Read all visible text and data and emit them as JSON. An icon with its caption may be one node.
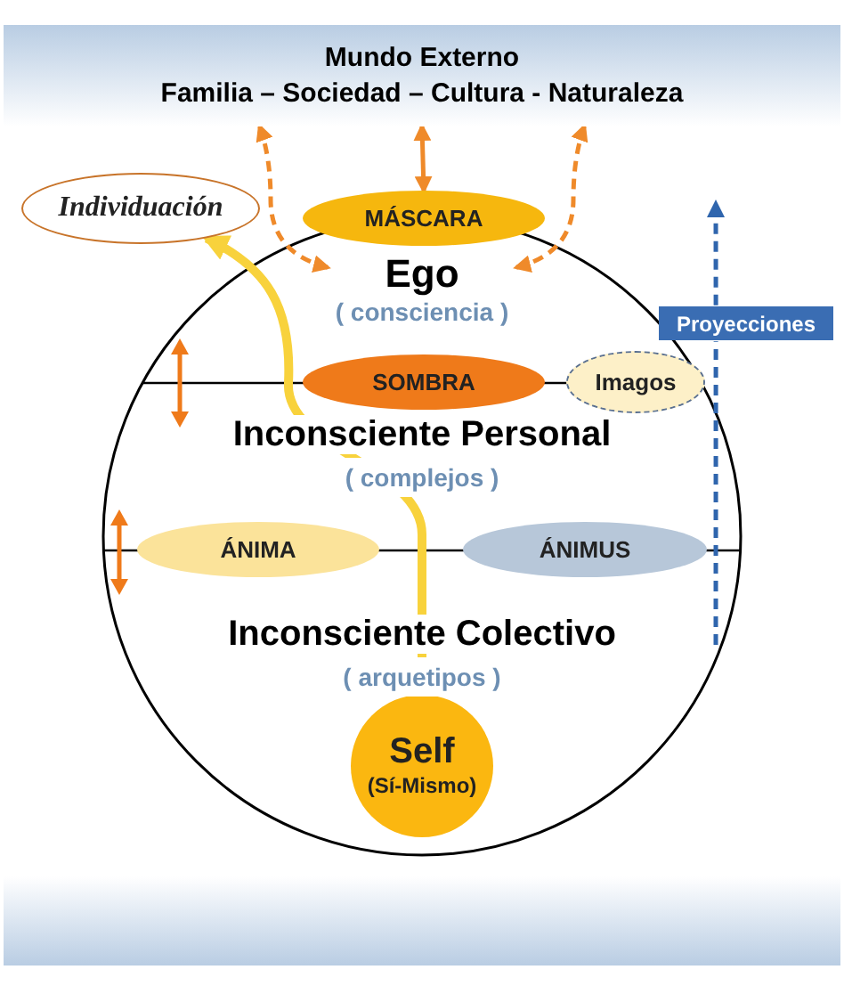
{
  "diagram": {
    "nodes": [
      {
        "text": [
          "Mundo Externo",
          "Familia – Sociedad – Cultura - Naturaleza"
        ]
      },
      {
        "text": [
          "Individuación"
        ]
      },
      {
        "text": [
          "MÁSCARA"
        ]
      },
      {
        "text": [
          "Ego",
          "( consciencia )"
        ]
      },
      {
        "text": [
          "SOMBRA"
        ]
      },
      {
        "text": [
          "Imagos"
        ]
      },
      {
        "text": [
          "Proyecciones"
        ]
      },
      {
        "text": [
          "ÁNIMA"
        ]
      },
      {
        "text": [
          "ÁNIMUS"
        ]
      },
      {
        "text": [
          "Self",
          "(Sí-Mismo)"
        ]
      }
    ],
    "edges": [
      {
        "from": 0,
        "to": 2,
        "arrow": "both"
      },
      {
        "from": 3,
        "to": 0,
        "arrow": "both",
        "style": "dashed"
      },
      {
        "from": 3,
        "to": 0,
        "arrow": "both",
        "style": "dashed"
      },
      {
        "from": 9,
        "to": 1,
        "arrow": "to",
        "style": "thick",
        "color": "#f8d23c"
      },
      {
        "from": null,
        "to": 6,
        "arrow": "none",
        "style": "dashed",
        "color": "#2f65ad"
      },
      {
        "from": 6,
        "to": null,
        "arrow": "to",
        "style": "dashed",
        "color": "#2f65ad"
      }
    ],
    "labels": [
      "Inconsciente Personal",
      "( complejos )",
      "Inconsciente Colectivo",
      "( arquetipos )"
    ]
  }
}
